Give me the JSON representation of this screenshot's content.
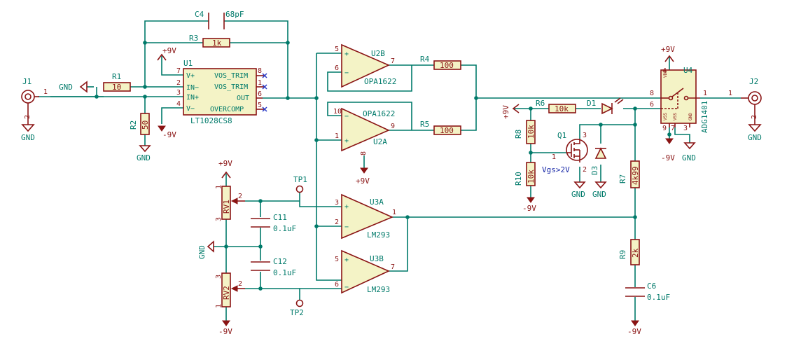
{
  "components": {
    "J1": {
      "ref": "J1",
      "pin1": "1",
      "pin2": "2",
      "gnd": "GND"
    },
    "J2": {
      "ref": "J2",
      "pin1": "1",
      "pin2": "2",
      "gnd": "GND"
    },
    "R1": {
      "ref": "R1",
      "value": "10",
      "gnd": "GND"
    },
    "R2": {
      "ref": "R2",
      "value": "50",
      "gnd": "GND"
    },
    "R3": {
      "ref": "R3",
      "value": "1k"
    },
    "C4": {
      "ref": "C4",
      "value": "68pF"
    },
    "U1": {
      "ref": "U1",
      "value": "LT1028CS8",
      "vplus": "+9V",
      "vminus": "-9V",
      "pins": {
        "vp_num": "7",
        "vp": "V+",
        "inm_num": "2",
        "inm": "IN−",
        "inp_num": "3",
        "inp": "IN+",
        "vm_num": "4",
        "vm": "V−",
        "vt1": "VOS_TRIM",
        "vt1_num": "8",
        "vt2": "VOS_TRIM",
        "vt2_num": "1",
        "out": "OUT",
        "out_num": "6",
        "oc": "OVERCOMP",
        "oc_num": "5"
      }
    },
    "U2B": {
      "ref": "U2B",
      "value": "OPA1622",
      "p_plus": "5",
      "p_minus": "6",
      "p_out": "7"
    },
    "U2A": {
      "ref": "U2A",
      "value": "OPA1622",
      "p_minus": "10",
      "p_plus": "1",
      "p_out": "9",
      "p_pwr": "8",
      "vpwr": "+9V"
    },
    "R4": {
      "ref": "R4",
      "value": "100"
    },
    "R5": {
      "ref": "R5",
      "value": "100"
    },
    "U3A": {
      "ref": "U3A",
      "value": "LM293",
      "p_plus": "3",
      "p_minus": "2",
      "p_out": "1"
    },
    "U3B": {
      "ref": "U3B",
      "value": "LM293",
      "p_plus": "5",
      "p_minus": "6",
      "p_out": "7"
    },
    "RV1": {
      "ref": "RV1",
      "p1": "1",
      "p2": "2",
      "p3": "3",
      "vtop": "+9V"
    },
    "RV2": {
      "ref": "RV2",
      "p1": "1",
      "p2": "2",
      "p3": "3",
      "vbot": "-9V"
    },
    "C11": {
      "ref": "C11",
      "value": "0.1uF"
    },
    "C12": {
      "ref": "C12",
      "value": "0.1uF"
    },
    "GNDmid": {
      "label": "GND"
    },
    "TP1": {
      "ref": "TP1"
    },
    "TP2": {
      "ref": "TP2"
    },
    "R6": {
      "ref": "R6",
      "value": "10k",
      "vlabel": "+9V"
    },
    "D1": {
      "ref": "D1"
    },
    "R8": {
      "ref": "R8",
      "value": "10k"
    },
    "R10": {
      "ref": "R10",
      "value": "10k",
      "vlabel": "-9V"
    },
    "Q1": {
      "ref": "Q1",
      "p1": "1",
      "p2": "2",
      "p3": "3",
      "note": "Vgs>2V",
      "gnd": "GND"
    },
    "D3": {
      "ref": "D3",
      "gnd": "GND"
    },
    "R7": {
      "ref": "R7",
      "value": "4k99"
    },
    "R9": {
      "ref": "R9",
      "value": "2k"
    },
    "C6": {
      "ref": "C6",
      "value": "0.1uF",
      "vlabel": "-9V"
    },
    "U4": {
      "ref": "U4",
      "value": "ADG1401",
      "vplus": "+9V",
      "vminus": "-9V",
      "gnd": "GND",
      "p_vdd": "4",
      "p_s": "8",
      "p_in": "6",
      "p_d": "1",
      "p_vss1": "9",
      "p_vss2": "7",
      "p_gnd": "3",
      "lbl_vdd": "VDD",
      "lbl_vss1": "VSS",
      "lbl_vss2": "VSS",
      "lbl_gnd": "GND"
    }
  }
}
